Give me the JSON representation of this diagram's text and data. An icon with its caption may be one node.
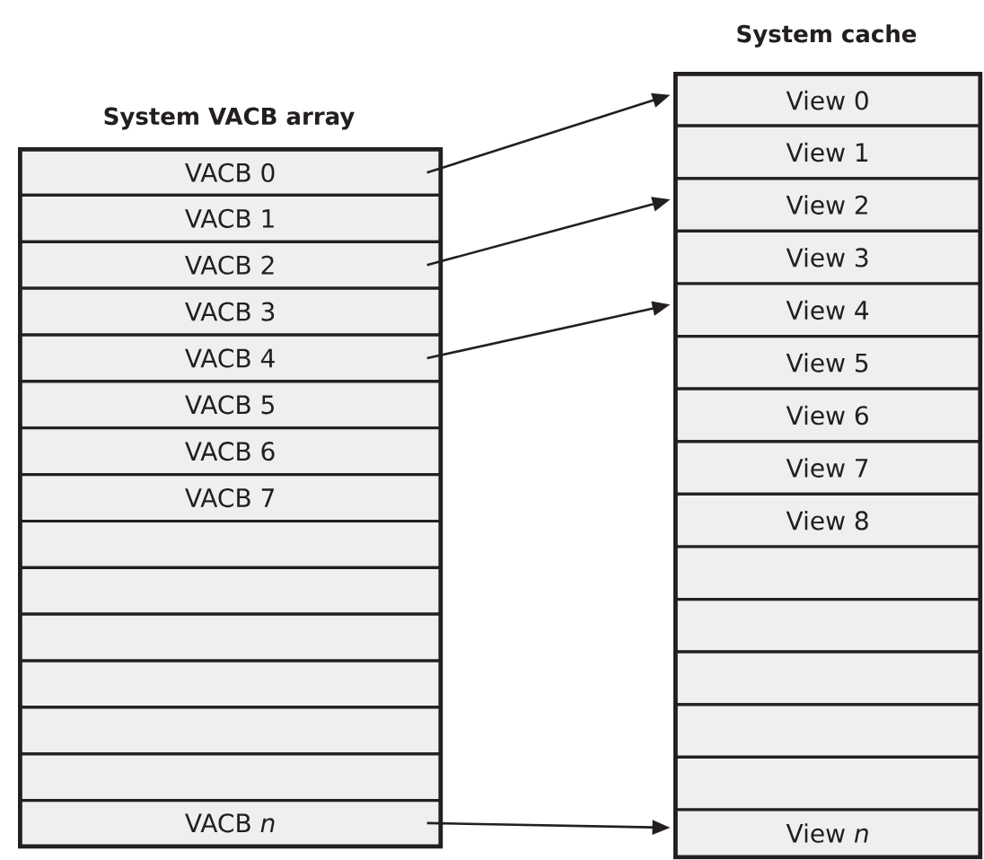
{
  "diagram": {
    "nodes": [
      {
        "text": [
          "System VACB array"
        ]
      },
      {
        "text": [
          "VACB 0"
        ],
        "in": 0
      },
      {
        "text": [
          "VACB 1"
        ],
        "in": 0
      },
      {
        "text": [
          "VACB 2"
        ],
        "in": 0
      },
      {
        "text": [
          "VACB 3"
        ],
        "in": 0
      },
      {
        "text": [
          "VACB 4"
        ],
        "in": 0
      },
      {
        "text": [
          "VACB 5"
        ],
        "in": 0
      },
      {
        "text": [
          "VACB 6"
        ],
        "in": 0
      },
      {
        "text": [
          "VACB 7"
        ],
        "in": 0
      },
      {
        "text": [],
        "shape": "box",
        "in": 0
      },
      {
        "text": [],
        "shape": "box",
        "in": 0
      },
      {
        "text": [],
        "shape": "box",
        "in": 0
      },
      {
        "text": [],
        "shape": "box",
        "in": 0
      },
      {
        "text": [],
        "shape": "box",
        "in": 0
      },
      {
        "text": [],
        "shape": "box",
        "in": 0
      },
      {
        "text": [
          "VACB *n*"
        ],
        "in": 0
      },
      {
        "text": [
          "System cache"
        ]
      },
      {
        "text": [
          "View 0"
        ],
        "in": 16
      },
      {
        "text": [
          "View 1"
        ],
        "in": 16
      },
      {
        "text": [
          "View 2"
        ],
        "in": 16
      },
      {
        "text": [
          "View 3"
        ],
        "in": 16
      },
      {
        "text": [
          "View 4"
        ],
        "in": 16
      },
      {
        "text": [
          "View 5"
        ],
        "in": 16
      },
      {
        "text": [
          "View 6"
        ],
        "in": 16
      },
      {
        "text": [
          "View 7"
        ],
        "in": 16
      },
      {
        "text": [
          "View 8"
        ],
        "in": 16
      },
      {
        "text": [],
        "shape": "box",
        "in": 16
      },
      {
        "text": [],
        "shape": "box",
        "in": 16
      },
      {
        "text": [],
        "shape": "box",
        "in": 16
      },
      {
        "text": [],
        "shape": "box",
        "in": 16
      },
      {
        "text": [],
        "shape": "box",
        "in": 16
      },
      {
        "text": [
          "View *n*"
        ],
        "in": 16
      }
    ],
    "edges": [
      {
        "from": 1,
        "to": 17,
        "arrow": "to"
      },
      {
        "from": 3,
        "to": 19,
        "arrow": "to"
      },
      {
        "from": 5,
        "to": 21,
        "arrow": "to"
      },
      {
        "from": 15,
        "to": 31,
        "arrow": "to"
      }
    ]
  }
}
